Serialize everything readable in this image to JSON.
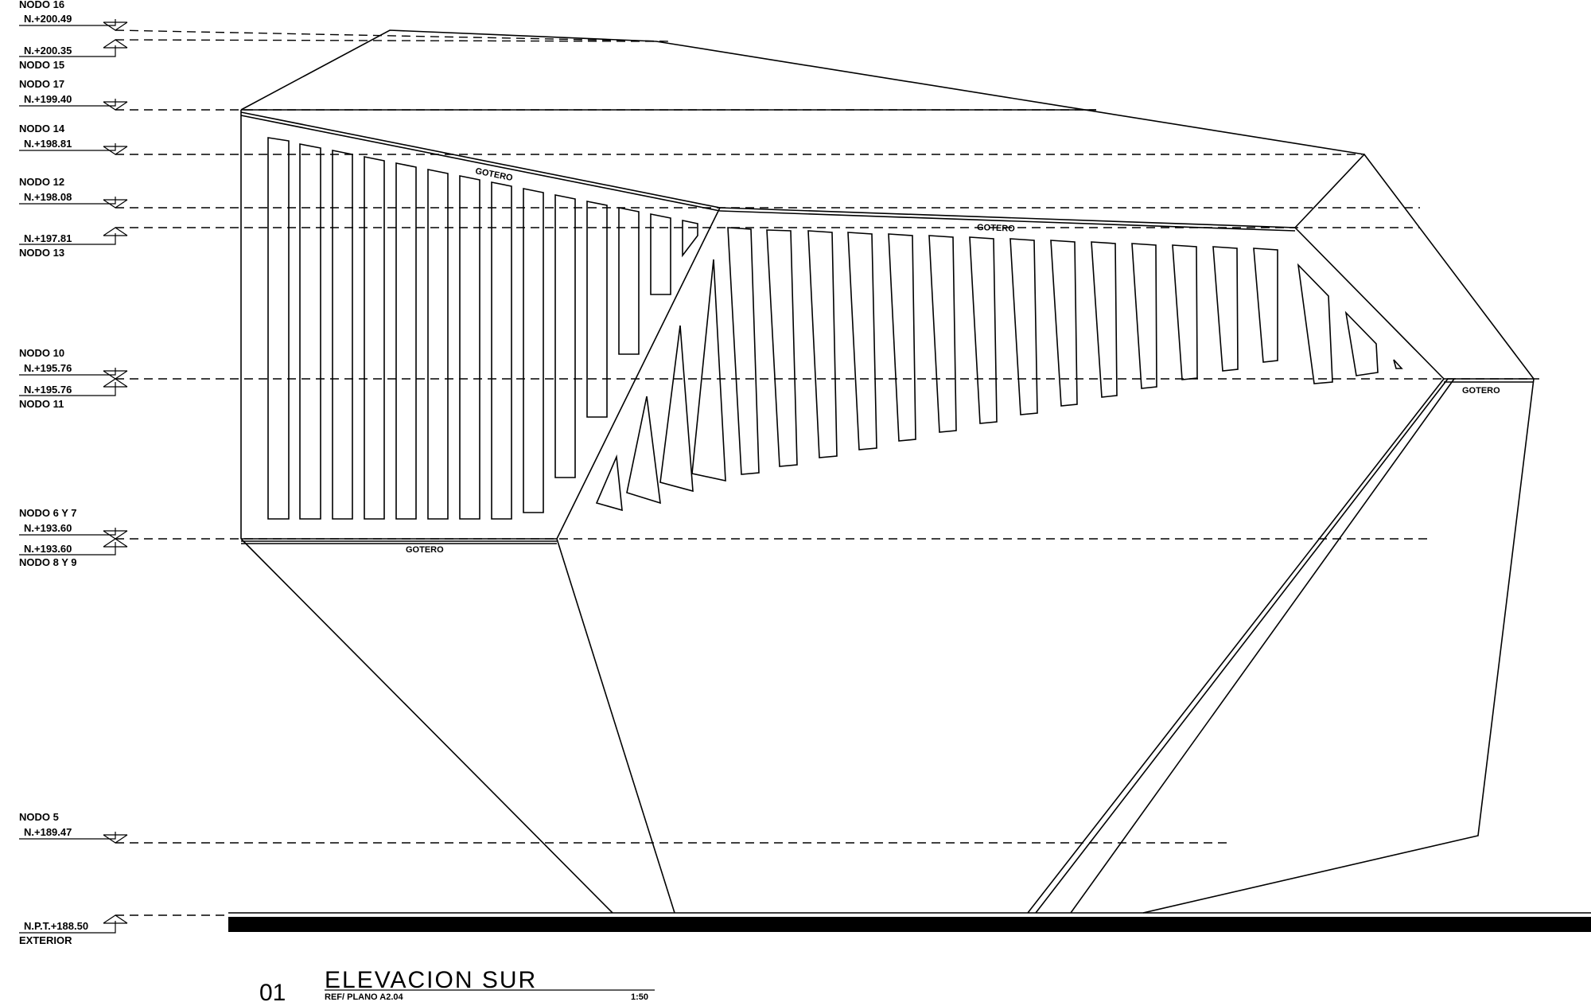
{
  "levels": [
    {
      "id": "nodo-16",
      "label_above": "NODO 16",
      "value": "N.+200.49",
      "label_below": ""
    },
    {
      "id": "nodo-15",
      "label_above": "",
      "value": "N.+200.35",
      "label_below": "NODO 15"
    },
    {
      "id": "nodo-17",
      "label_above": "NODO 17",
      "value": "N.+199.40",
      "label_below": ""
    },
    {
      "id": "nodo-14",
      "label_above": "NODO 14",
      "value": "N.+198.81",
      "label_below": ""
    },
    {
      "id": "nodo-12",
      "label_above": "NODO 12",
      "value": "N.+198.08",
      "label_below": ""
    },
    {
      "id": "nodo-13",
      "label_above": "",
      "value": "N.+197.81",
      "label_below": "NODO 13"
    },
    {
      "id": "nodo-10",
      "label_above": "NODO 10",
      "value": "N.+195.76",
      "label_below": ""
    },
    {
      "id": "nodo-11",
      "label_above": "",
      "value": "N.+195.76",
      "label_below": "NODO 11"
    },
    {
      "id": "nodo-6-7",
      "label_above": "NODO 6 Y 7",
      "value": "N.+193.60",
      "label_below": ""
    },
    {
      "id": "nodo-8-9",
      "label_above": "",
      "value": "N.+193.60",
      "label_below": "NODO 8 Y 9"
    },
    {
      "id": "nodo-5",
      "label_above": "NODO 5",
      "value": "N.+189.47",
      "label_below": ""
    },
    {
      "id": "npt",
      "label_above": "",
      "value": "N.P.T.+188.50",
      "label_below": "EXTERIOR"
    }
  ],
  "annotations": {
    "gotero_top_left": "GOTERO",
    "gotero_top_center": "GOTERO",
    "gotero_right": "GOTERO",
    "gotero_bottom": "GOTERO"
  },
  "title_block": {
    "number": "01",
    "title": "ELEVACION SUR",
    "reference": "REF/ PLANO A2.04",
    "scale": "1:50"
  }
}
